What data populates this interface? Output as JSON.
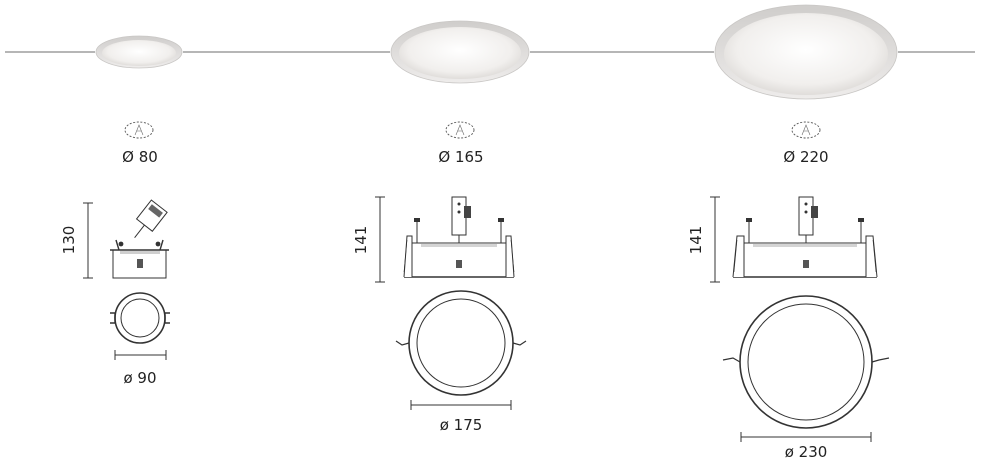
{
  "products": [
    {
      "id": "small",
      "cutout_label": "Ø 80",
      "height_label": "130",
      "diameter_label": "ø 90"
    },
    {
      "id": "medium",
      "cutout_label": "Ø 165",
      "height_label": "141",
      "diameter_label": "ø 175"
    },
    {
      "id": "large",
      "cutout_label": "Ø 220",
      "height_label": "141",
      "diameter_label": "ø 230"
    }
  ],
  "colors": {
    "line": "#4a4a4a",
    "ceiling": "#8a8a8a",
    "lens": "#f2f0ee",
    "rim": "#d8d6d4"
  }
}
